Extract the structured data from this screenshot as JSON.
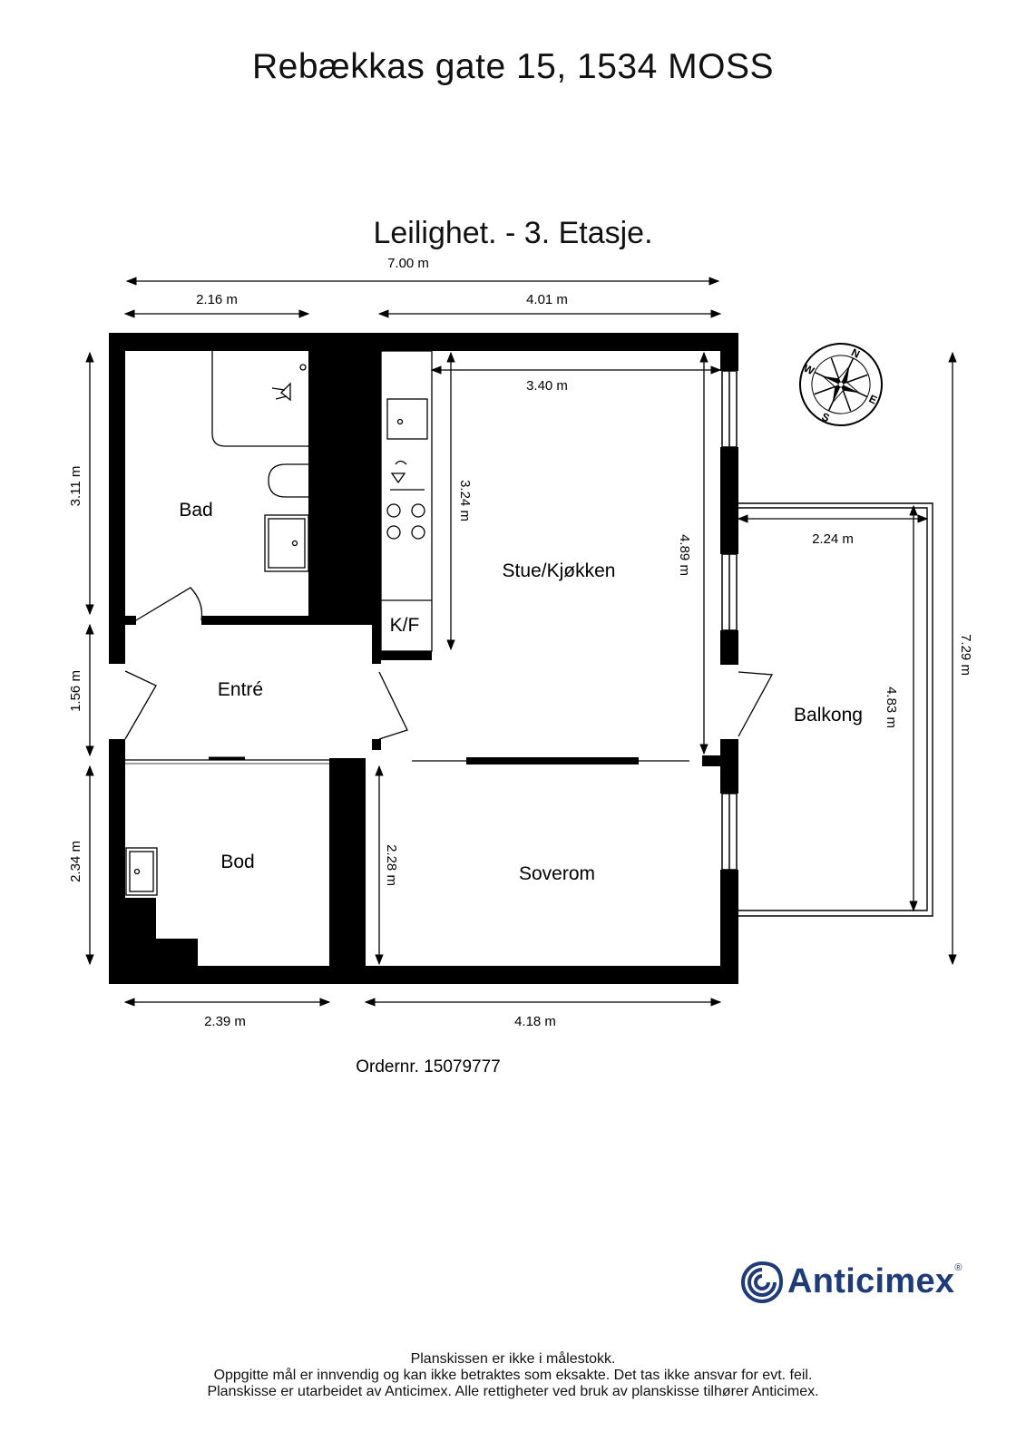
{
  "title": "Rebækkas gate 15, 1534 MOSS",
  "subtitle": "Leilighet. - 3. Etasje.",
  "order": "Ordernr. 15079777",
  "rooms": {
    "bad": "Bad",
    "entre": "Entré",
    "bod": "Bod",
    "stue": "Stue/Kjøkken",
    "soverom": "Soverom",
    "balkong": "Balkong",
    "kf": "K/F"
  },
  "dimensions": {
    "total_width": "7.00 m",
    "top_left": "2.16 m",
    "top_right": "4.01 m",
    "stue_width": "3.40 m",
    "kitchen_depth": "3.24 m",
    "stue_depth": "4.89 m",
    "balkong_width": "2.24 m",
    "balkong_depth": "4.83 m",
    "total_depth": "7.29 m",
    "bad_depth": "3.11 m",
    "entre_depth": "1.56 m",
    "bod_depth": "2.34 m",
    "soverom_depth": "2.28 m",
    "bottom_left": "2.39 m",
    "bottom_right": "4.18 m"
  },
  "compass": {
    "n": "N",
    "e": "E",
    "s": "S",
    "w": "W"
  },
  "brand": {
    "name": "Anticimex",
    "color": "#1f3c78"
  },
  "footer": {
    "line1": "Planskissen er ikke i målestokk.",
    "line2": "Oppgitte mål er innvendig og kan ikke betraktes som eksakte. Det tas ikke ansvar for evt. feil.",
    "line3": "Planskisse er utarbeidet av Anticimex. Alle rettigheter ved bruk av planskisse tilhører Anticimex."
  }
}
